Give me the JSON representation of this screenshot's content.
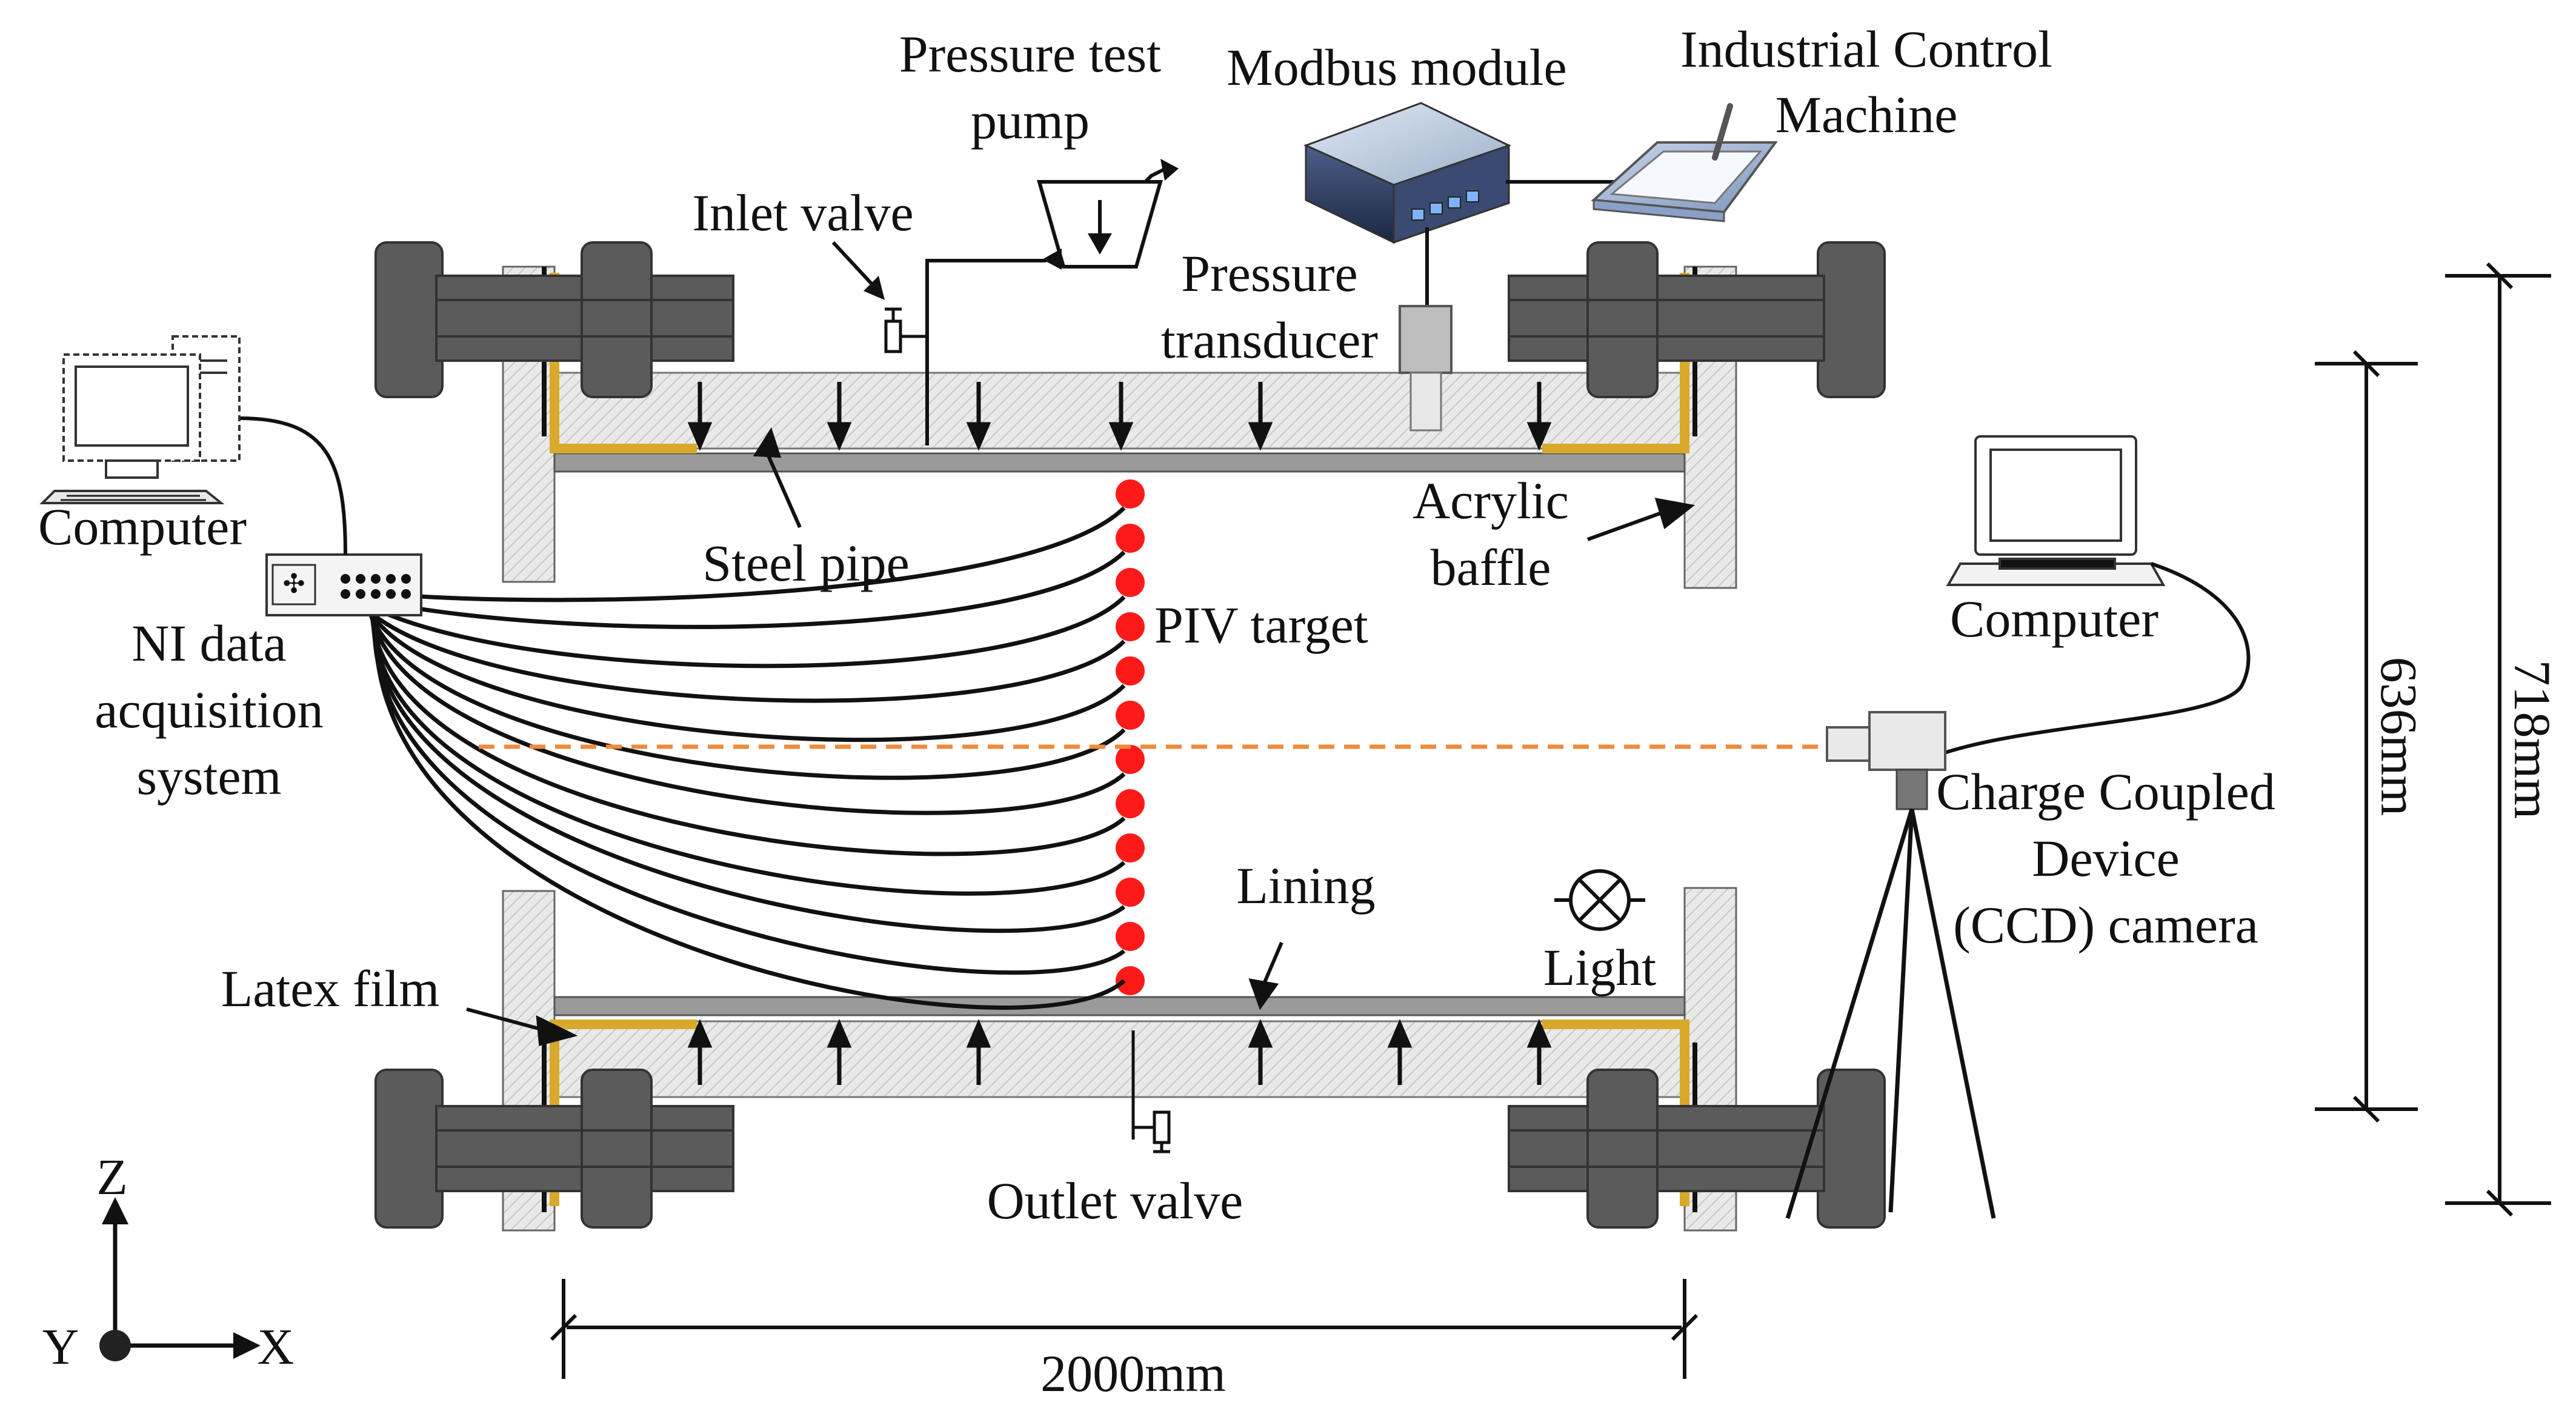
{
  "labels": {
    "pressure_test_pump": [
      "Pressure test",
      "pump"
    ],
    "modbus_module": "Modbus module",
    "industrial_control_machine": [
      "Industrial Control",
      "Machine"
    ],
    "inlet_valve": "Inlet valve",
    "pressure_transducer": [
      "Pressure",
      "transducer"
    ],
    "computer_left": "Computer",
    "ni_daq": [
      "NI data",
      "acquisition",
      "system"
    ],
    "steel_pipe": "Steel pipe",
    "piv_target": "PIV target",
    "acrylic_baffle": [
      "Acrylic",
      "baffle"
    ],
    "computer_right": "Computer",
    "ccd_camera": [
      "Charge Coupled",
      "Device",
      "(CCD) camera"
    ],
    "lining": "Lining",
    "light": "Light",
    "latex_film": "Latex film",
    "outlet_valve": "Outlet valve"
  },
  "dimensions": {
    "length": "2000mm",
    "inner_height": "636mm",
    "outer_height": "718mm"
  },
  "axes": {
    "z": "Z",
    "y": "Y",
    "x": "X"
  },
  "colors": {
    "bolt": "#5b5b5b",
    "latex": "#d9a92b",
    "piv_dot": "#ff1a1a",
    "laser": "#f08a3c",
    "steel": "#9a9a9a"
  }
}
